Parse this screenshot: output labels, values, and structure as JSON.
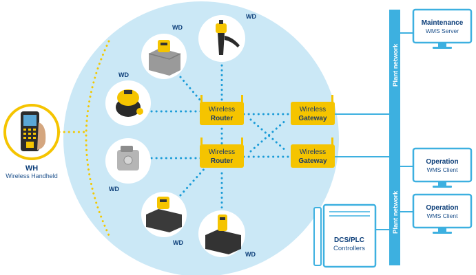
{
  "colors": {
    "circle": "#cbe8f6",
    "accent_blue": "#3db0e0",
    "dots_blue": "#1a9bd7",
    "yellow": "#f5c400",
    "dots_yellow": "#f2c800",
    "text_dark": "#1b3a66"
  },
  "handheld": {
    "code": "WH",
    "label": "Wireless Handheld"
  },
  "devices": {
    "wd_label": "WD"
  },
  "routers": [
    {
      "line1": "Wireless",
      "line2": "Router"
    },
    {
      "line1": "Wireless",
      "line2": "Router"
    }
  ],
  "gateways": [
    {
      "line1": "Wireless",
      "line2": "Gateway"
    },
    {
      "line1": "Wireless",
      "line2": "Gateway"
    }
  ],
  "plant_network": {
    "label_top": "Plant network",
    "label_bottom": "Plant network"
  },
  "stations": [
    {
      "title": "Maintenance",
      "subtitle": "WMS Server"
    },
    {
      "title": "Operation",
      "subtitle": "WMS Client"
    },
    {
      "title": "Operation",
      "subtitle": "WMS Client"
    }
  ],
  "controllers": {
    "title": "DCS/PLC",
    "subtitle": "Controllers"
  }
}
